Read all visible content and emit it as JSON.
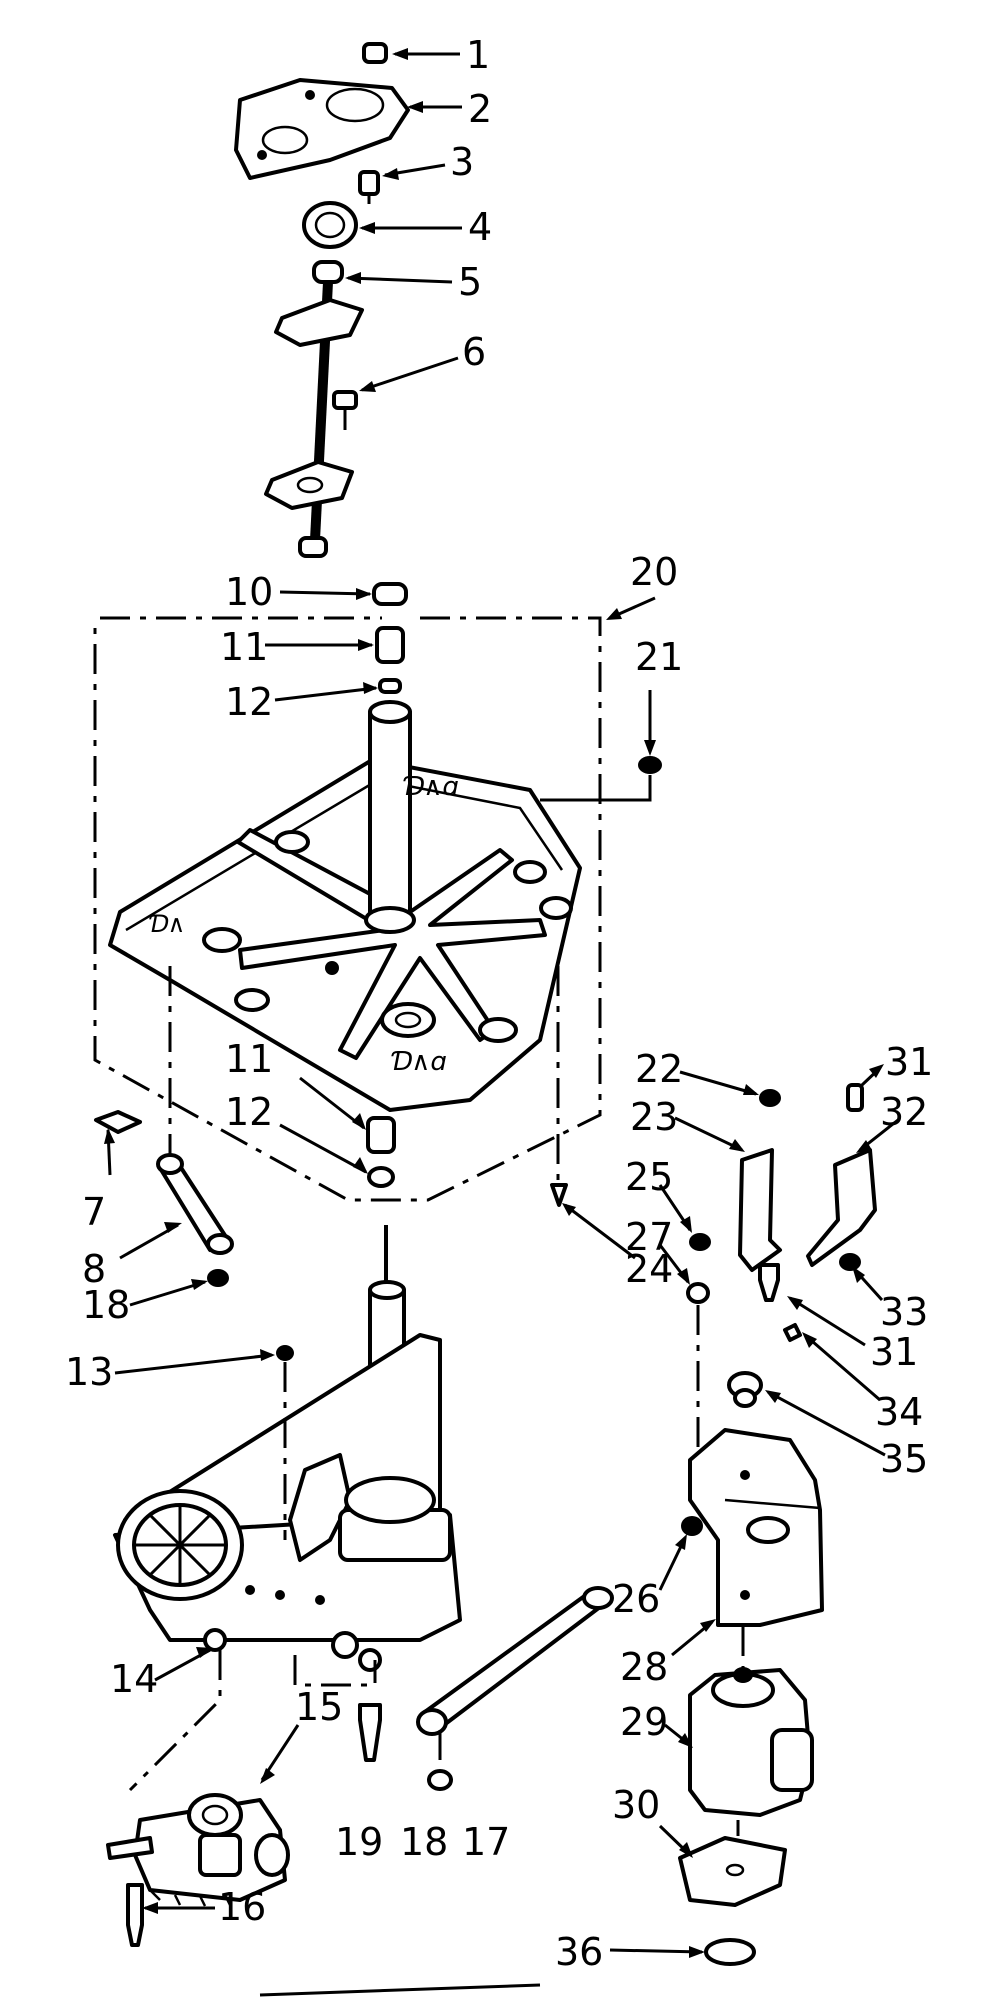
{
  "callouts": [
    {
      "n": "1",
      "text": "1"
    },
    {
      "n": "2",
      "text": "2"
    },
    {
      "n": "3",
      "text": "3"
    },
    {
      "n": "4",
      "text": "4"
    },
    {
      "n": "5",
      "text": "5"
    },
    {
      "n": "6",
      "text": "6"
    },
    {
      "n": "7",
      "text": "7"
    },
    {
      "n": "8",
      "text": "8"
    },
    {
      "n": "10",
      "text": "10"
    },
    {
      "n": "11a",
      "text": "11"
    },
    {
      "n": "12a",
      "text": "12"
    },
    {
      "n": "11b",
      "text": "11"
    },
    {
      "n": "12b",
      "text": "12"
    },
    {
      "n": "13",
      "text": "13"
    },
    {
      "n": "14",
      "text": "14"
    },
    {
      "n": "15",
      "text": "15"
    },
    {
      "n": "16",
      "text": "16"
    },
    {
      "n": "17",
      "text": "17"
    },
    {
      "n": "18a",
      "text": "18"
    },
    {
      "n": "18b",
      "text": "18"
    },
    {
      "n": "19",
      "text": "19"
    },
    {
      "n": "20",
      "text": "20"
    },
    {
      "n": "21",
      "text": "21"
    },
    {
      "n": "22",
      "text": "22"
    },
    {
      "n": "23",
      "text": "23"
    },
    {
      "n": "24",
      "text": "24"
    },
    {
      "n": "25",
      "text": "25"
    },
    {
      "n": "26",
      "text": "26"
    },
    {
      "n": "27",
      "text": "27"
    },
    {
      "n": "28",
      "text": "28"
    },
    {
      "n": "29",
      "text": "29"
    },
    {
      "n": "30",
      "text": "30"
    },
    {
      "n": "31a",
      "text": "31"
    },
    {
      "n": "31b",
      "text": "31"
    },
    {
      "n": "32",
      "text": "32"
    },
    {
      "n": "33",
      "text": "33"
    },
    {
      "n": "34",
      "text": "34"
    },
    {
      "n": "35",
      "text": "35"
    },
    {
      "n": "36",
      "text": "36"
    }
  ]
}
